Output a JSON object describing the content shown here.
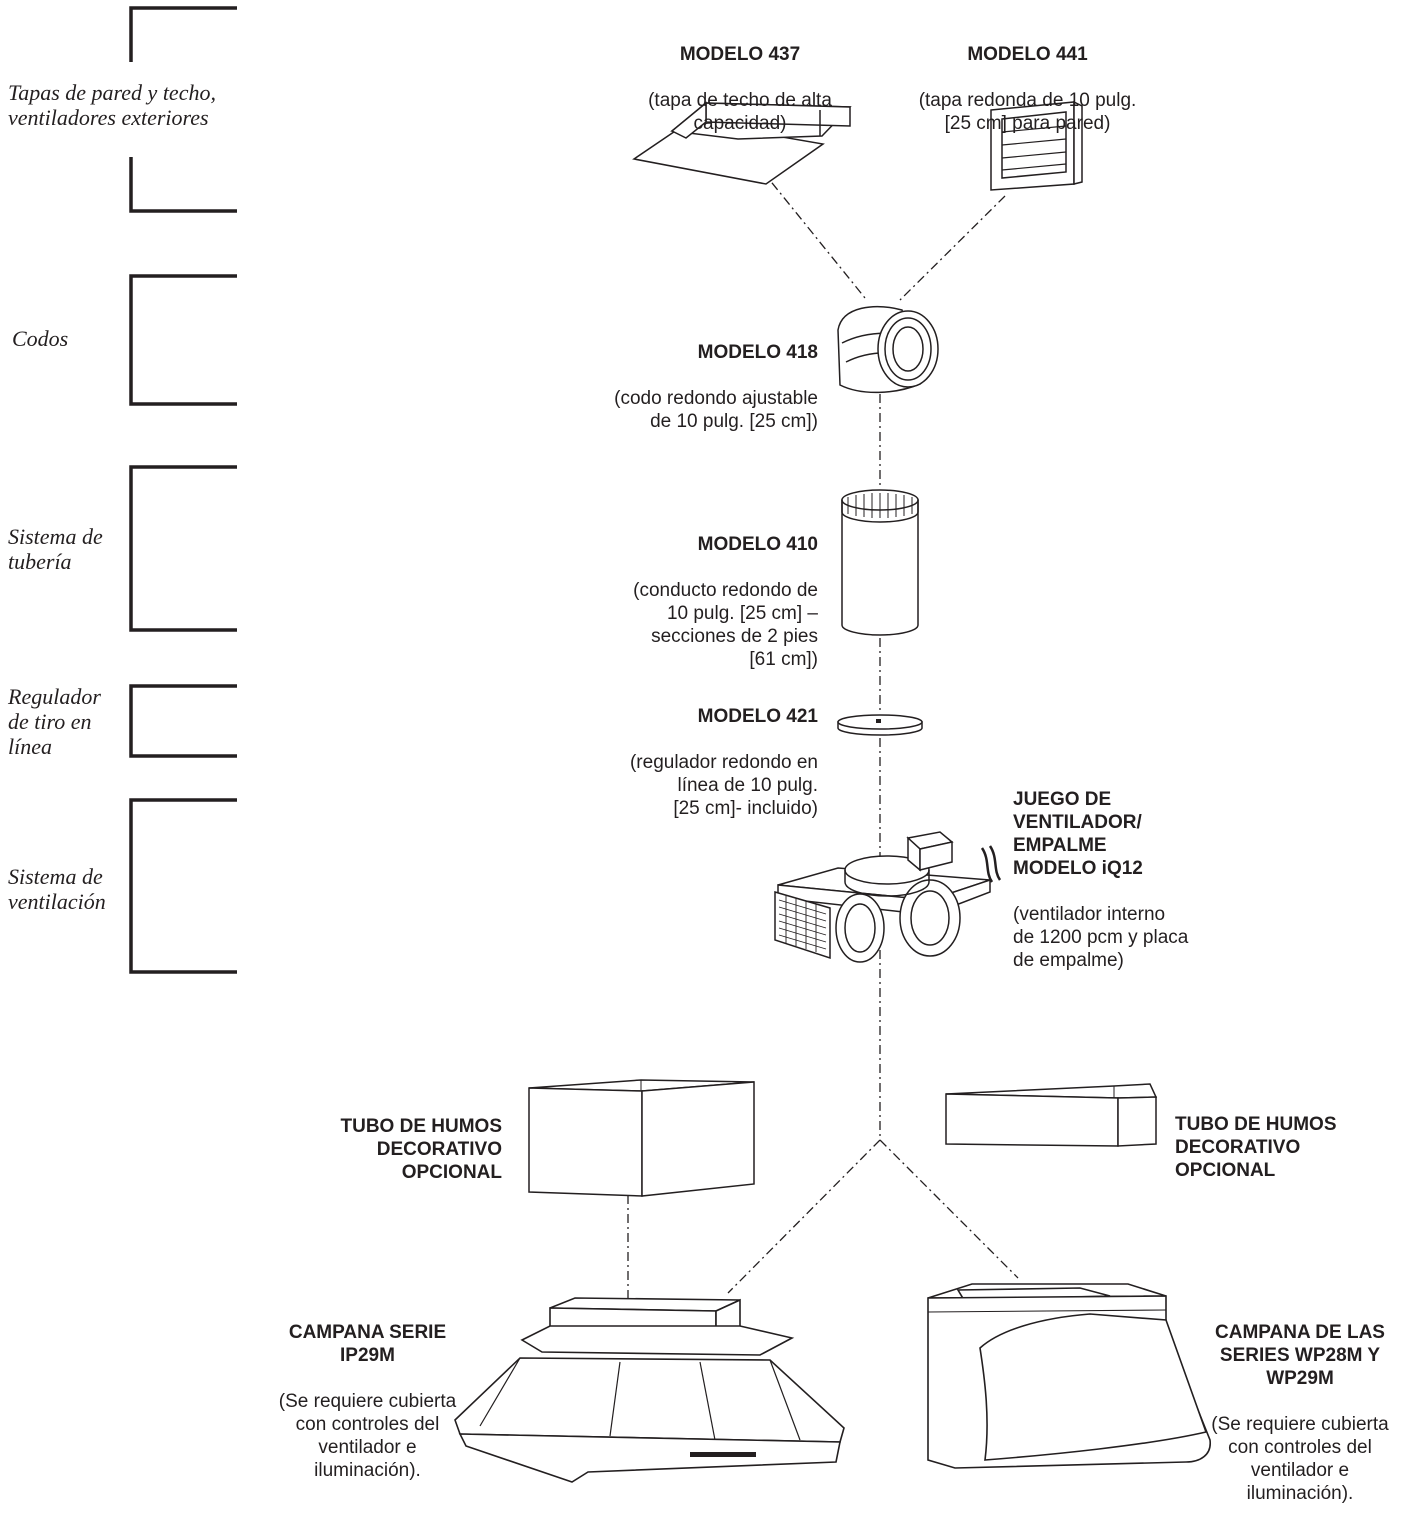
{
  "categories": [
    {
      "id": "caps",
      "text": "Tapas de pared y techo,\nventiladores exteriores"
    },
    {
      "id": "elbows",
      "text": "Codos"
    },
    {
      "id": "ducting",
      "text": "Sistema de\ntubería"
    },
    {
      "id": "damper",
      "text": "Regulador\nde tiro en\nlínea"
    },
    {
      "id": "ventilation",
      "text": "Sistema de\nventilación"
    }
  ],
  "components": {
    "m437": {
      "title": "MODELO 437",
      "desc": "(tapa de techo de alta\ncapacidad)"
    },
    "m441": {
      "title": "MODELO 441",
      "desc": "(tapa redonda de 10 pulg.\n[25 cm] para pared)"
    },
    "m418": {
      "title": "MODELO 418",
      "desc": "(codo redondo ajustable\nde 10 pulg. [25 cm])"
    },
    "m410": {
      "title": "MODELO 410",
      "desc": "(conducto redondo de\n10 pulg. [25 cm] –\nsecciones de 2 pies\n[61 cm])"
    },
    "m421": {
      "title": "MODELO 421",
      "desc": "(regulador redondo en\nlínea de 10 pulg.\n[25 cm]- incluido)"
    },
    "iq12": {
      "title": "JUEGO DE\nVENTILADOR/\nEMPALME\nMODELO iQ12",
      "desc": "(ventilador interno\nde 1200 pcm y placa\nde empalme)"
    },
    "flue_left": {
      "title": "TUBO DE HUMOS\nDECORATIVO\nOPCIONAL",
      "desc": ""
    },
    "flue_right": {
      "title": "TUBO DE HUMOS\nDECORATIVO\nOPCIONAL",
      "desc": ""
    },
    "ip29m": {
      "title": "CAMPANA SERIE\nIP29M",
      "desc": "(Se requiere cubierta\ncon controles del\nventilador e\niluminación)."
    },
    "wp28m": {
      "title": "CAMPANA DE LAS\nSERIES WP28M Y\nWP29M",
      "desc": "(Se requiere cubierta\ncon controles del\nventilador e\niluminación)."
    }
  }
}
